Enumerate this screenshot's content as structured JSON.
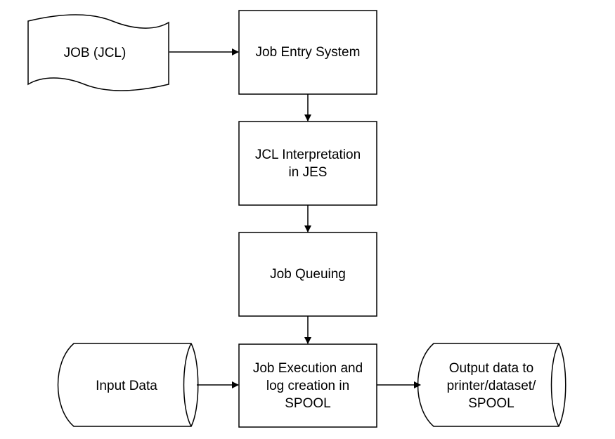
{
  "diagram": {
    "nodes": {
      "job": {
        "label": "JOB (JCL)",
        "shape": "document"
      },
      "job_entry": {
        "label": "Job Entry System",
        "shape": "process"
      },
      "interpretation": {
        "label": "JCL Interpretation\nin JES",
        "shape": "process"
      },
      "queuing": {
        "label": "Job Queuing",
        "shape": "process"
      },
      "input": {
        "label": "Input Data",
        "shape": "stored-data"
      },
      "execution": {
        "label": "Job Execution and\nlog creation in\nSPOOL",
        "shape": "process"
      },
      "output": {
        "label": "Output data to\nprinter/dataset/\nSPOOL",
        "shape": "stored-data"
      }
    },
    "edges": [
      {
        "from": "job",
        "to": "job_entry"
      },
      {
        "from": "job_entry",
        "to": "interpretation"
      },
      {
        "from": "interpretation",
        "to": "queuing"
      },
      {
        "from": "queuing",
        "to": "execution"
      },
      {
        "from": "input",
        "to": "execution"
      },
      {
        "from": "execution",
        "to": "output"
      }
    ],
    "colors": {
      "stroke": "#000000",
      "fill": "#ffffff",
      "text": "#000000"
    }
  }
}
